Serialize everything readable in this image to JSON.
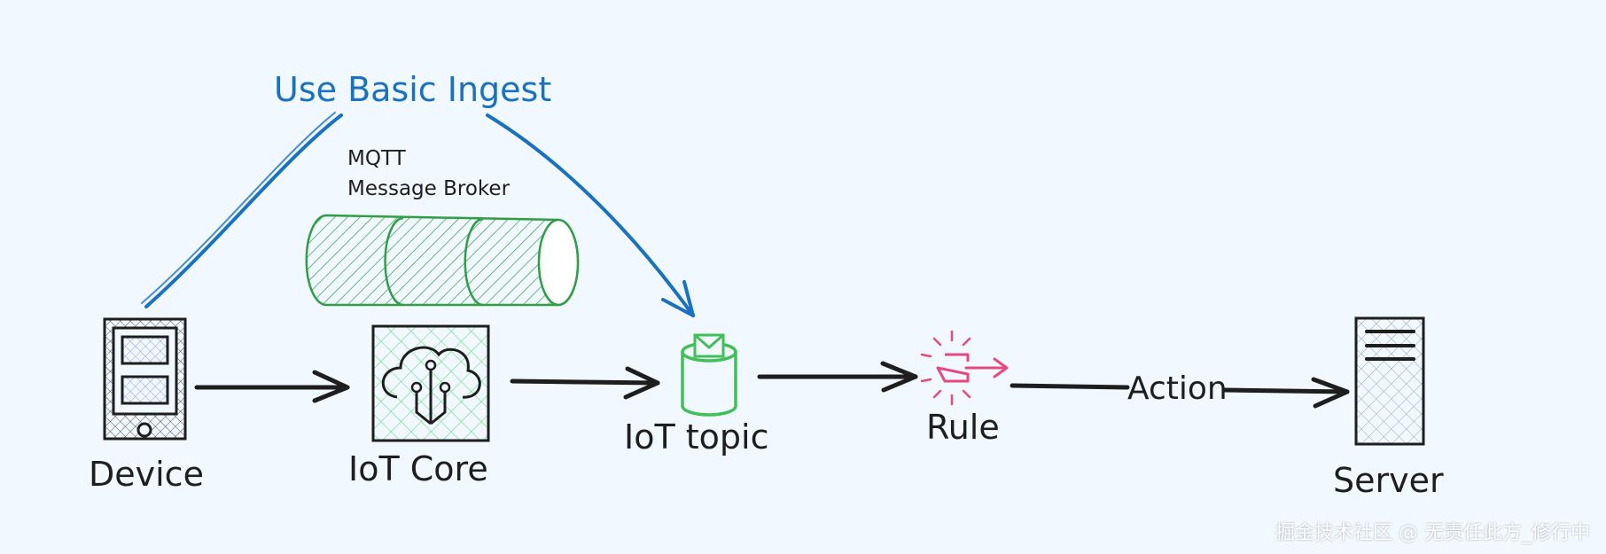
{
  "diagram": {
    "basic_ingest_label": "Use Basic Ingest",
    "broker_label_line1": "MQTT",
    "broker_label_line2": "Message Broker",
    "nodes": {
      "device": "Device",
      "iot_core": "IoT Core",
      "iot_topic": "IoT topic",
      "rule": "Rule",
      "server": "Server"
    },
    "edges": {
      "rule_to_server": "Action"
    }
  },
  "colors": {
    "background": "#f2f8ff",
    "ink": "#1e1e1e",
    "basic_ingest": "#1971c2",
    "broker": "#2f9e44",
    "topic": "#40c057",
    "rule": "#e64980"
  },
  "watermark": "掘金技术社区 @ 无责任此方_修行中"
}
